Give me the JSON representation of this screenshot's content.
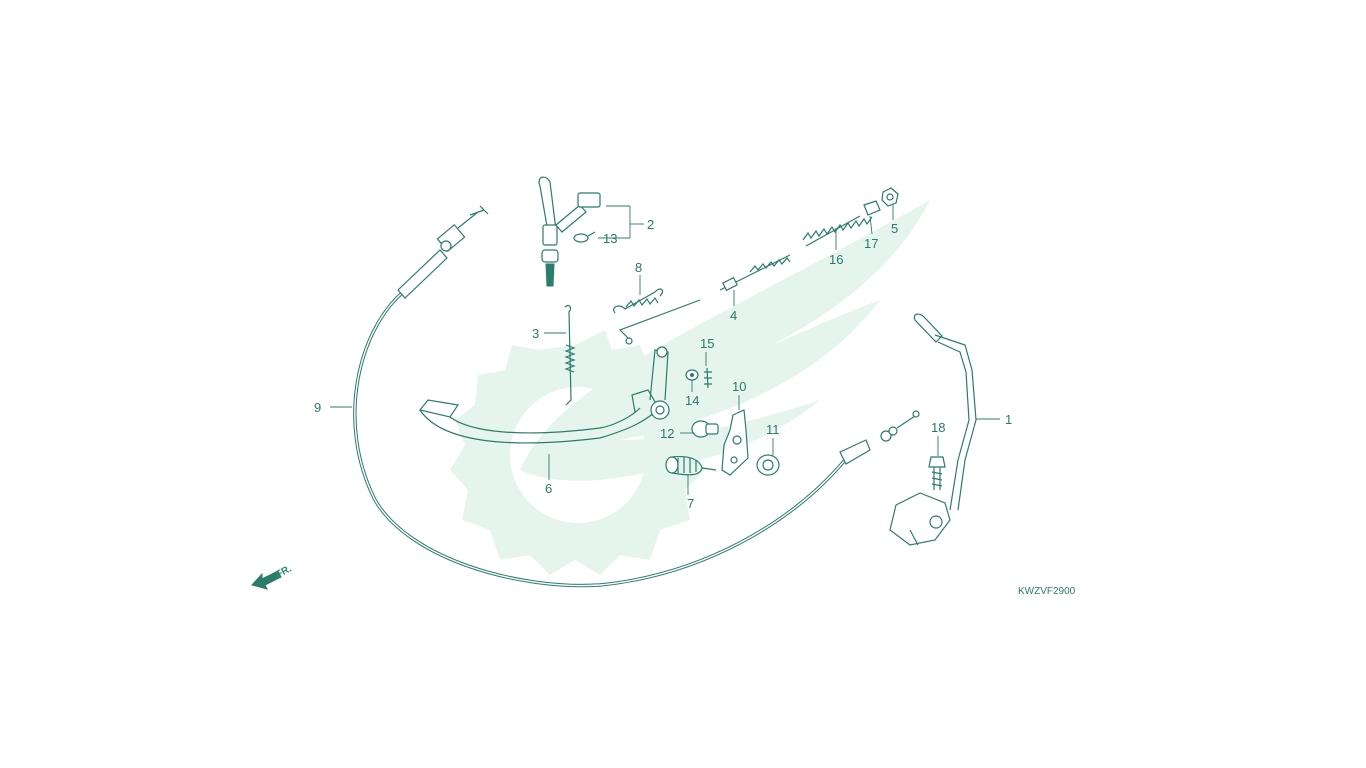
{
  "diagram": {
    "code": "KWZVF2900",
    "front_indicator": "FR.",
    "callouts": {
      "c1": "1",
      "c2": "2",
      "c3": "3",
      "c4": "4",
      "c5": "5",
      "c6": "6",
      "c7": "7",
      "c8": "8",
      "c9": "9",
      "c10": "10",
      "c11": "11",
      "c12": "12",
      "c13": "13",
      "c14": "14",
      "c15": "15",
      "c16": "16",
      "c17": "17",
      "c18": "18"
    }
  },
  "colors": {
    "line": "#2b7c6a",
    "watermark": "#e6f4ee",
    "background": "#ffffff"
  }
}
